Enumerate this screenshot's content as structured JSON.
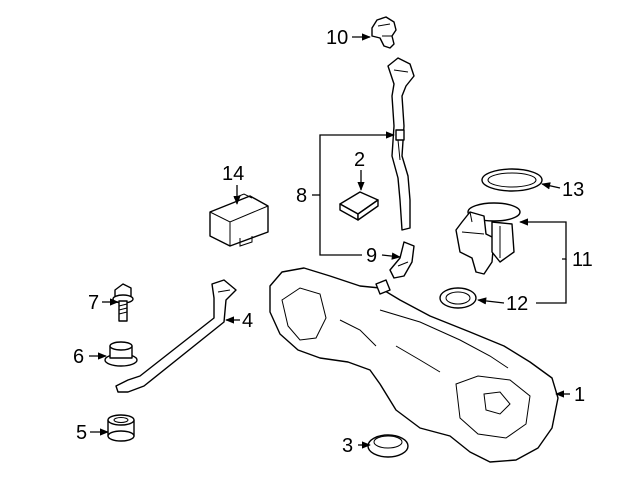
{
  "diagram": {
    "callouts": {
      "c1": "1",
      "c2": "2",
      "c3": "3",
      "c4": "4",
      "c5": "5",
      "c6": "6",
      "c7": "7",
      "c8": "8",
      "c9": "9",
      "c10": "10",
      "c11": "11",
      "c12": "12",
      "c13": "13",
      "c14": "14"
    }
  }
}
